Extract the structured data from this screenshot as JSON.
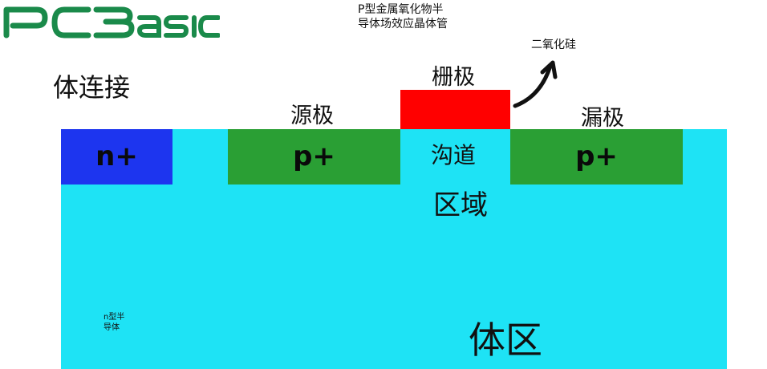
{
  "logo": {
    "text": "PCBasic",
    "color": "#1a8a4a"
  },
  "title": "P型金属氧化物半\n导体场效应晶体管",
  "labels": {
    "body_contact": "体连接",
    "source": "源极",
    "gate": "栅极",
    "drain": "漏极",
    "oxide": "二氧化硅",
    "channel_line1": "沟道",
    "channel_line2": "区域",
    "n_type": "n型半\n导体",
    "body_region": "体区"
  },
  "regions": {
    "n_plus": {
      "label": "n+",
      "color": "#1d35ef"
    },
    "source_p_plus": {
      "label": "p+",
      "color": "#2a9f34"
    },
    "drain_p_plus": {
      "label": "p+",
      "color": "#2a9f34"
    },
    "gate": {
      "color": "#ff0000"
    },
    "substrate": {
      "color": "#1ee3f5"
    }
  }
}
